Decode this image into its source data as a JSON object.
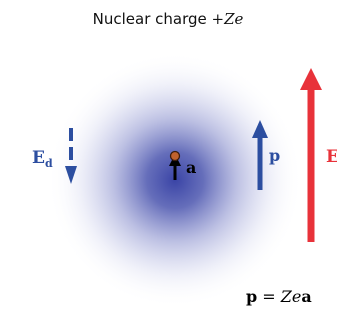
{
  "title": {
    "prefix": "Nuclear charge ",
    "math": "+Ze"
  },
  "labels": {
    "dipole_field": {
      "main": "E",
      "sub": "d"
    },
    "displacement": "a",
    "dipole_moment": "p",
    "external_field": "E"
  },
  "equation": {
    "lhs": "p",
    "eq": " = ",
    "charge": "Ze",
    "vec": "a"
  },
  "colors": {
    "cloud": "#3a44a6",
    "dipole_field_arrow": "#2c4ea0",
    "displacement_arrow": "#000000",
    "dipole_moment_arrow": "#2c4ea0",
    "external_field_arrow": "#e8323a",
    "nucleus_fill": "#c0622e",
    "nucleus_stroke": "#3d1d0a",
    "dipole_label": "#2c4ea0",
    "external_label": "#e8323a"
  }
}
